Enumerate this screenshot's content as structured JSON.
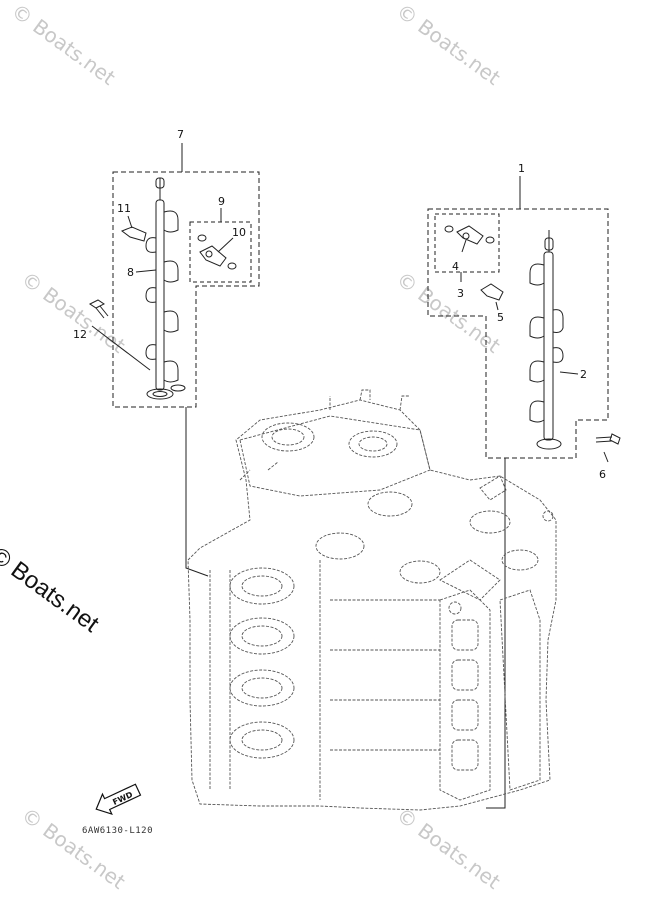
{
  "watermark": {
    "text": "© Boats.net",
    "color": "#c8c8c8",
    "main_color": "#111111"
  },
  "callouts": {
    "c1": "1",
    "c2": "2",
    "c3": "3",
    "c4": "4",
    "c5": "5",
    "c6": "6",
    "c7": "7",
    "c8": "8",
    "c9": "9",
    "c10": "10",
    "c11": "11",
    "c12": "12"
  },
  "fwd_label": "FWD",
  "diagram_code": "6AW6130-L120",
  "colors": {
    "line": "#222222",
    "background": "#ffffff"
  }
}
